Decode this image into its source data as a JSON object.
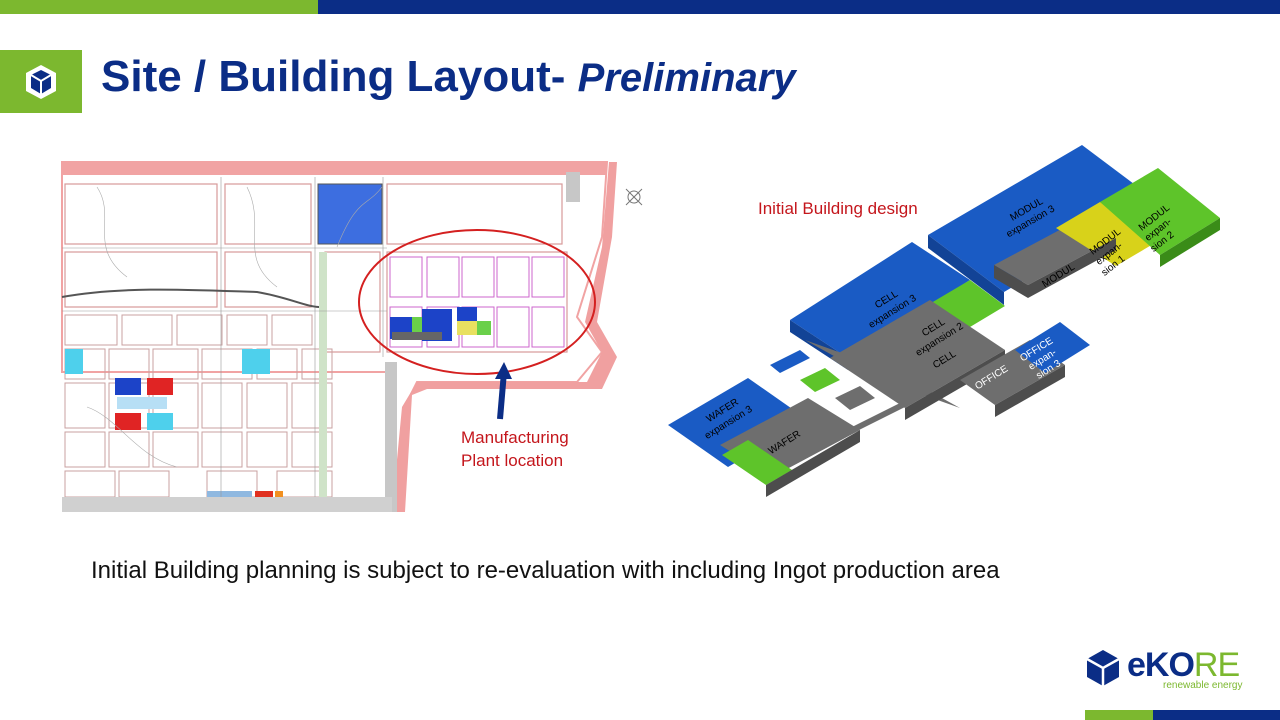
{
  "header": {
    "title_main": "Site / Building Layout-",
    "title_italic": "Preliminary"
  },
  "annotations": {
    "initial_building_design": "Initial Building design",
    "manufacturing_line1": "Manufacturing",
    "manufacturing_line2": "Plant location"
  },
  "caption": "Initial Building planning is subject to re-evaluation with including Ingot production area",
  "iso_labels": {
    "modul_exp3": [
      "MODUL",
      "expansion 3"
    ],
    "modul_exp2": [
      "MODUL",
      "expan-",
      "sion 2"
    ],
    "modul_exp1": [
      "MODUL",
      "expan-",
      "sion 1"
    ],
    "modul": "MODUL",
    "cell_exp3": [
      "CELL",
      "expansion 3"
    ],
    "cell_exp2": [
      "CELL",
      "expansion 2"
    ],
    "cell": "CELL",
    "office_exp3": [
      "OFFICE",
      "expan-",
      "sion 3"
    ],
    "office": "OFFICE",
    "wafer_exp3": [
      "WAFER",
      "expansion 3"
    ],
    "wafer": "WAFER"
  },
  "logo": {
    "eko": "eKO",
    "re": "RE",
    "tagline": "renewable energy"
  },
  "colors": {
    "brand_green": "#7cb82f",
    "brand_blue": "#0b2d86",
    "annotation_red": "#c4161c",
    "iso_blue": "#1a5bc4",
    "iso_green": "#5ec42a",
    "iso_yellow": "#d8d21a",
    "iso_gray": "#6e6e6e"
  }
}
